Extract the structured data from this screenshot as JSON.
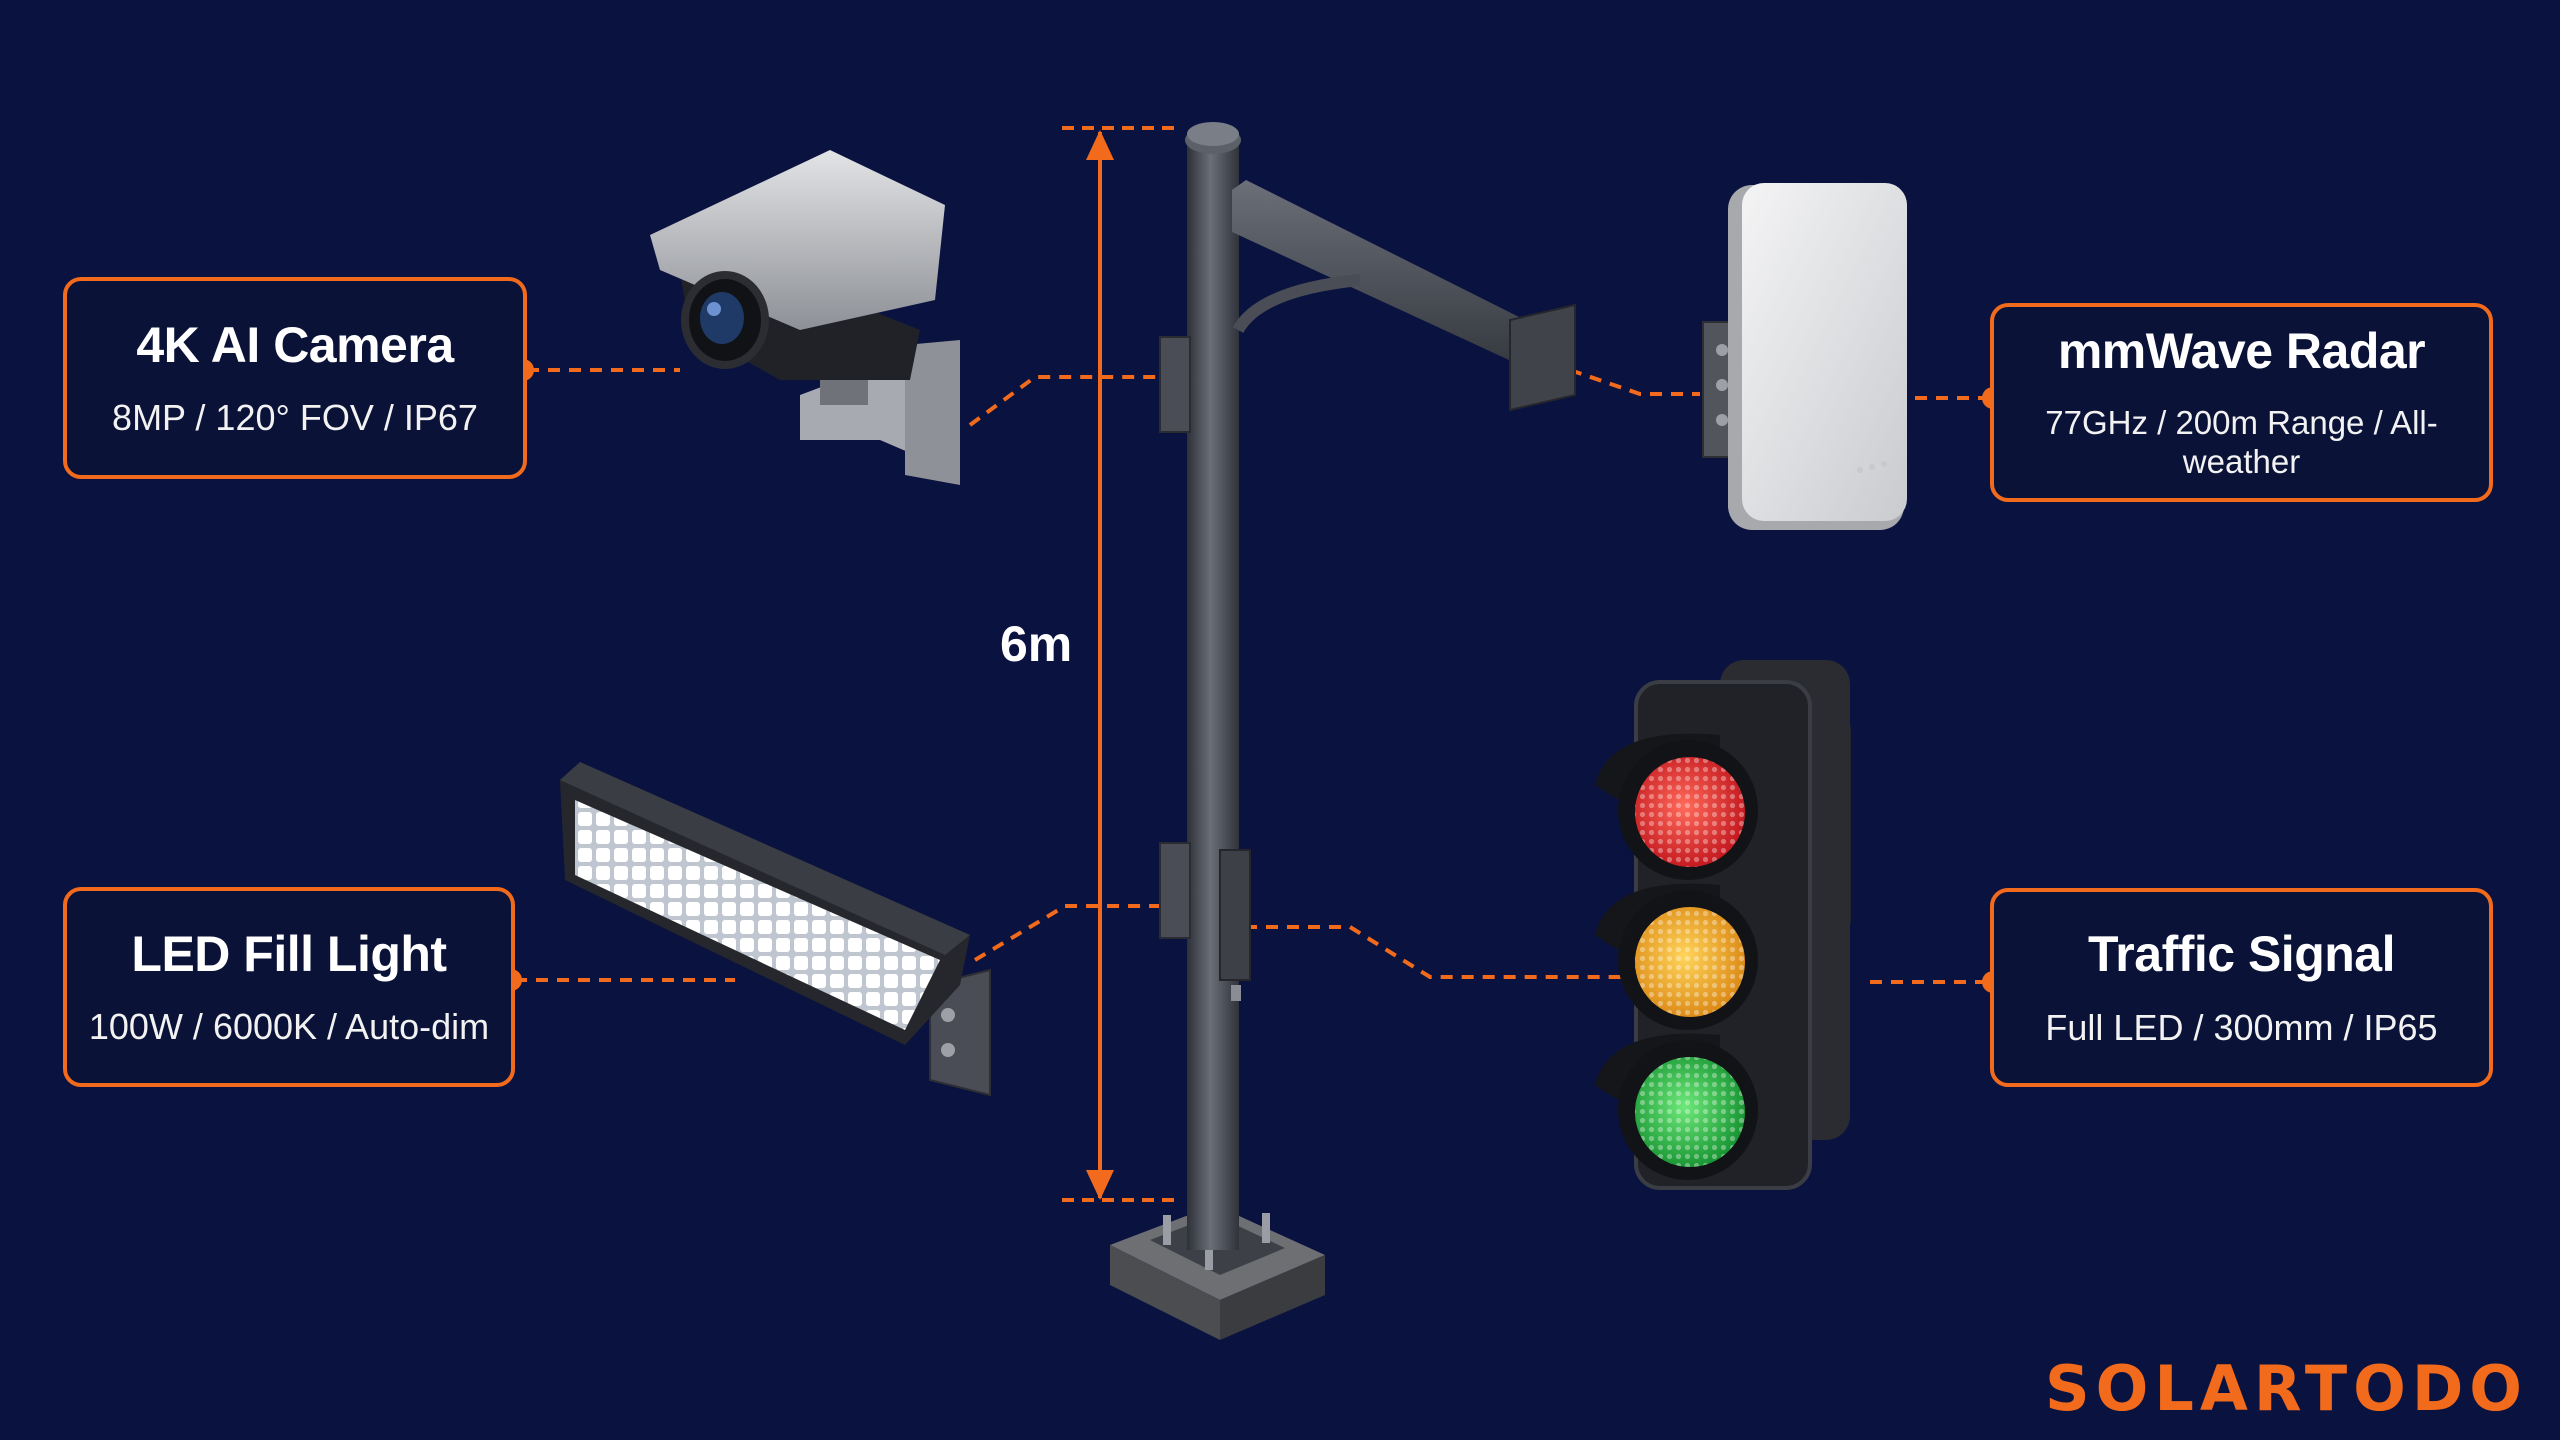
{
  "diagram": {
    "height_label": "6m",
    "brand": "SOLARTODO",
    "components": [
      {
        "id": "camera",
        "icon": "security-camera-icon",
        "title": "4K AI Camera",
        "specs": "8MP / 120° FOV / IP67"
      },
      {
        "id": "radar",
        "icon": "radar-panel-icon",
        "title": "mmWave Radar",
        "specs": "77GHz / 200m Range / All-weather"
      },
      {
        "id": "light",
        "icon": "led-light-bar-icon",
        "title": "LED Fill Light",
        "specs": "100W / 6000K / Auto-dim"
      },
      {
        "id": "signal",
        "icon": "traffic-light-icon",
        "title": "Traffic Signal",
        "specs": "Full LED / 300mm / IP65"
      }
    ],
    "colors": {
      "background": "#0a1240",
      "accent": "#f26a1b",
      "pole": "#4a4d55",
      "signal_red": "#e4202a",
      "signal_amber": "#f0a020",
      "signal_green": "#22b24a"
    }
  }
}
